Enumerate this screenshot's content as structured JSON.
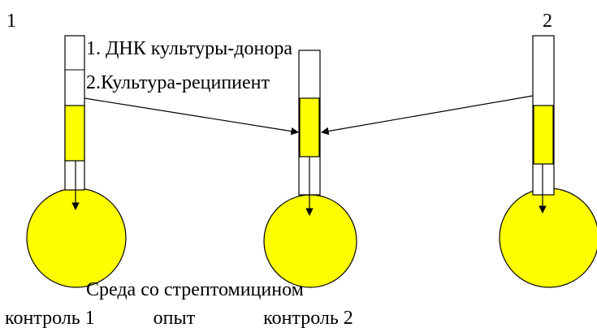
{
  "labels": {
    "number_left": "1",
    "number_right": "2",
    "item_1": "1. ДНК культуры-донора",
    "item_2": "2.Культура-реципиент",
    "medium": "Среда со стрептомицином",
    "bottom_row": "контроль 1            опыт              контроль 2"
  },
  "colors": {
    "yellow": "#FFFF00",
    "stroke": "#000000",
    "background": "#FFFFFF"
  }
}
